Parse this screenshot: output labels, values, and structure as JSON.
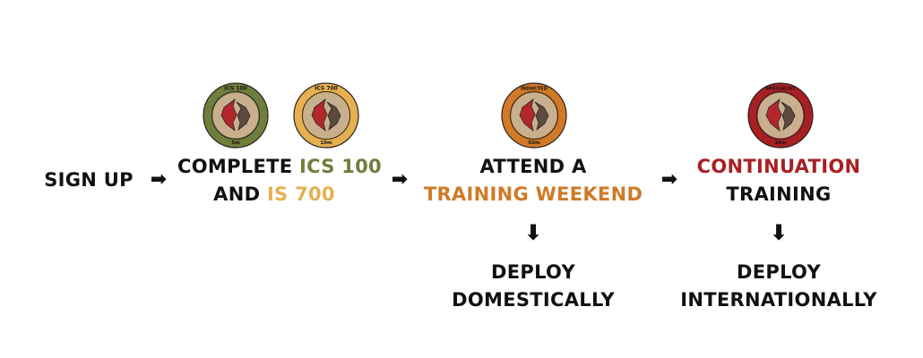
{
  "colors": {
    "black": "#111111",
    "olive": "#6f7e3c",
    "gold": "#e4b050",
    "orange": "#d07a27",
    "red": "#a82024",
    "badge_inner": "#c8b08f",
    "badge_red": "#b3272a",
    "badge_brown": "#5e4a3e"
  },
  "steps": {
    "sign_up": "SIGN UP",
    "complete_prefix": "COMPLETE ",
    "ics100": "ICS 100",
    "and_prefix": "AND ",
    "is700": "IS 700",
    "attend": "ATTEND A",
    "training_weekend": "TRAINING WEEKEND",
    "continuation": "CONTINUATION",
    "training": "TRAINING",
    "deploy1": "DEPLOY",
    "domestically": "DOMESTICALLY",
    "deploy2": "DEPLOY",
    "internationally": "INTERNATIONALLY"
  },
  "arrows": {
    "right": "➡",
    "down": "⬇"
  },
  "badges": [
    {
      "name": "ics100-badge",
      "top": "ICS 100",
      "bottom": "5m",
      "ring": "#6f7e3c"
    },
    {
      "name": "is700-badge",
      "top": "ICS 700",
      "bottom": "10m",
      "ring": "#e4b050"
    },
    {
      "name": "inducted-badge",
      "top": "INDUCTED",
      "bottom": "50m",
      "ring": "#d07a27"
    },
    {
      "name": "specialist-badge",
      "top": "SPECIALIST",
      "bottom": "10m",
      "ring": "#a82024"
    }
  ]
}
